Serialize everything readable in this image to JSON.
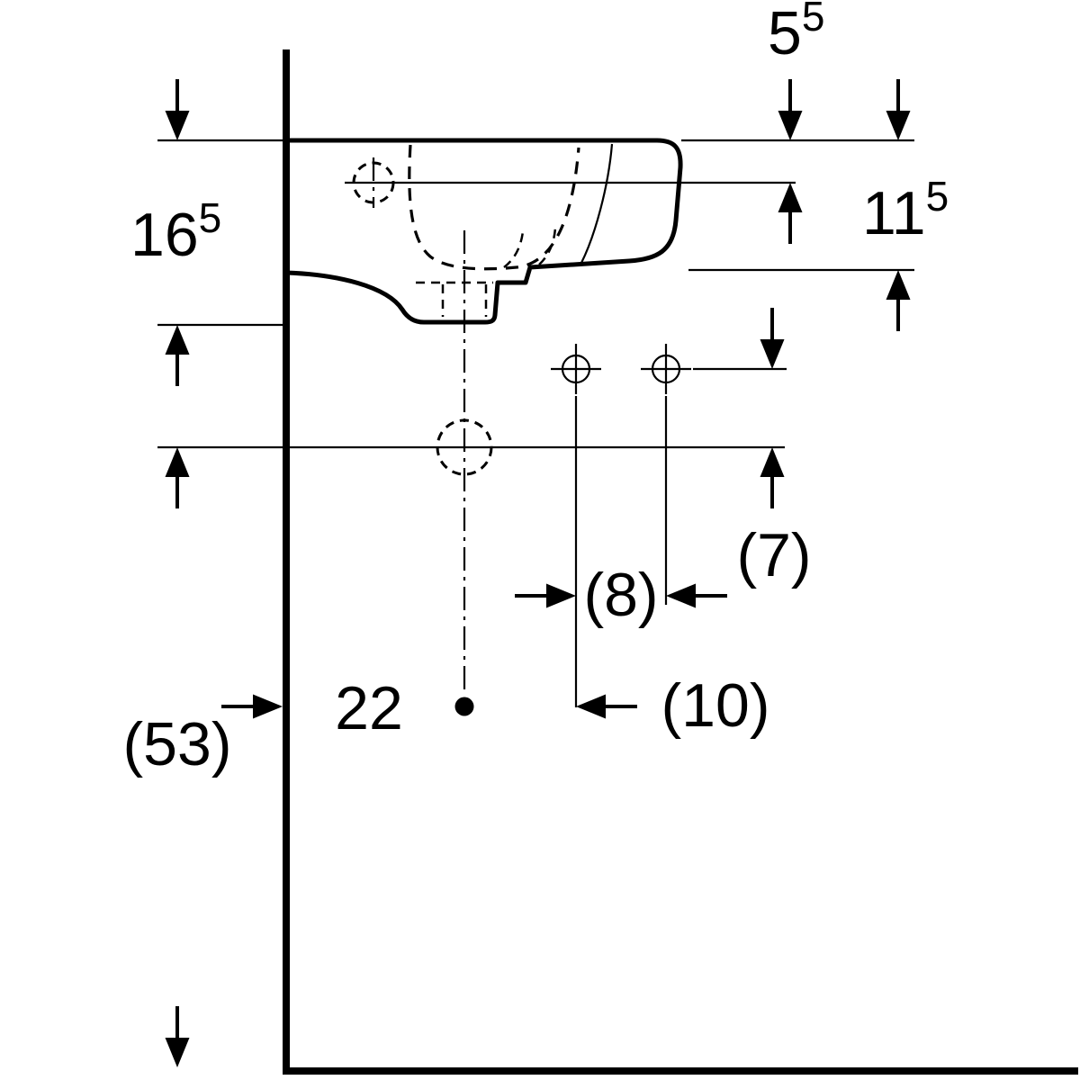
{
  "page": {
    "background": "#ffffff",
    "line_color": "#000000"
  },
  "drawing": {
    "subject": "wall-hung washbasin side-view dimension drawing",
    "labels": {
      "top_to_tap_axis": {
        "main": "5",
        "sup": "5"
      },
      "total_height": {
        "main": "16",
        "sup": "5"
      },
      "top_to_underside": {
        "main": "11",
        "sup": "5"
      },
      "fixing_to_drain": "(7)",
      "fixing_spacing": "(8)",
      "center_to_fixing": "(10)",
      "outlet_point": "22",
      "drain_height": "(53)"
    }
  }
}
